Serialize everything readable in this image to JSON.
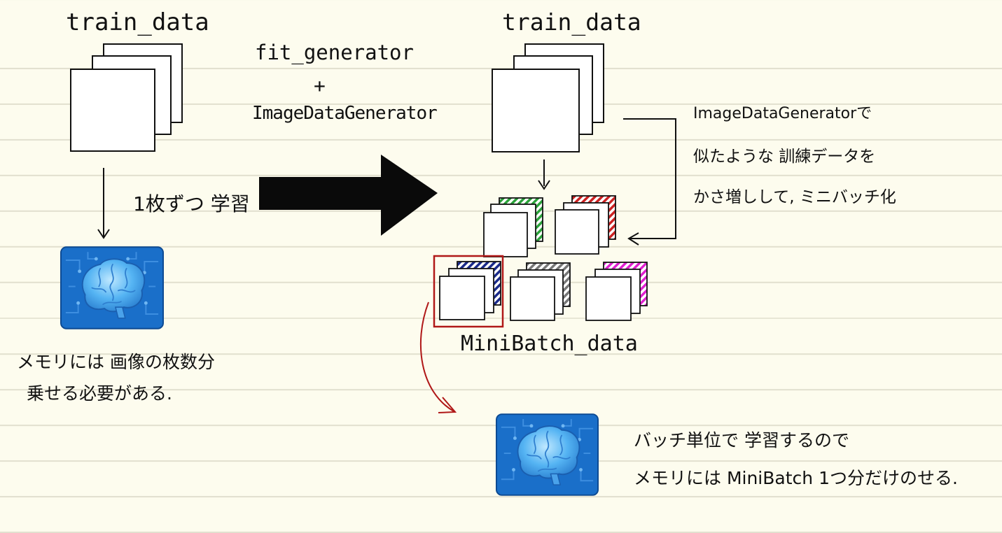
{
  "left": {
    "title": "train_data",
    "arrow_label": "1枚ずつ 学習",
    "note_line1": "メモリには 画像の枚数分",
    "note_line2": "乗せる必要がある."
  },
  "middle": {
    "line1": "fit_generator",
    "line2": "+",
    "line3": "ImageDataGenerator"
  },
  "right": {
    "title": "train_data",
    "side_note_line1": "ImageDataGeneratorで",
    "side_note_line2": "似たような 訓練データを",
    "side_note_line3": "かさ増しして, ミニバッチ化",
    "minibatch_label": "MiniBatch_data",
    "bottom_note_line1": "バッチ単位で 学習するので",
    "bottom_note_line2": "メモリには MiniBatch 1つ分だけのせる."
  },
  "colors": {
    "background": "#fdfcee",
    "ink": "#111111",
    "stripe_green": "#2aa23a",
    "stripe_red": "#cc2222",
    "stripe_navy": "#1a2a8a",
    "stripe_gray": "#777777",
    "stripe_magenta": "#e020d0",
    "highlight_box": "#b01818",
    "brain_panel": "#1a6fc9"
  },
  "icons": [
    "brain-chip-icon"
  ]
}
